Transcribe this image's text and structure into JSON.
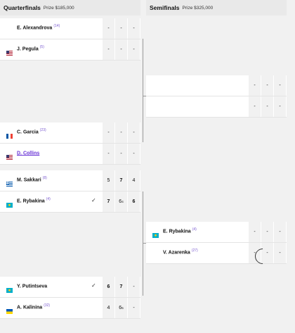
{
  "header": {
    "qf_title": "Quarterfinals",
    "qf_prize": "Prize $185,000",
    "sf_title": "Semifinals",
    "sf_prize": "Prize $325,000"
  },
  "colors": {
    "accent_purple": "#6a35d6",
    "dark": "#222222",
    "link": "#6a35d6"
  },
  "qf": [
    {
      "p1": {
        "initial": "E.",
        "name": "Alexandrova",
        "seed": "(14)",
        "flag": "none",
        "scores": [
          "-",
          "-",
          "-"
        ]
      },
      "p2": {
        "initial": "J.",
        "name": "Pegula",
        "seed": "(5)",
        "flag": "usa",
        "scores": [
          "-",
          "-",
          "-"
        ]
      }
    },
    {
      "p1": {
        "initial": "C.",
        "name": "Garcia",
        "seed": "(23)",
        "flag": "france",
        "scores": [
          "-",
          "-",
          "-"
        ]
      },
      "p2": {
        "initial": "D.",
        "name": "Collins",
        "seed": "",
        "flag": "usa",
        "scores": [
          "-",
          "-",
          "-"
        ]
      }
    },
    {
      "p1": {
        "initial": "M.",
        "name": "Sakkari",
        "seed": "(8)",
        "flag": "greece",
        "scores": [
          "5",
          "7",
          "4"
        ]
      },
      "p2": {
        "initial": "E.",
        "name": "Rybakina",
        "seed": "(4)",
        "flag": "kazakhstan",
        "scores": [
          "7",
          "6",
          "6"
        ],
        "tb": [
          "",
          "4",
          ""
        ]
      }
    },
    {
      "p1": {
        "initial": "Y.",
        "name": "Putintseva",
        "seed": "",
        "flag": "kazakhstan",
        "scores": [
          "6",
          "7",
          "-"
        ]
      },
      "p2": {
        "initial": "A.",
        "name": "Kalinina",
        "seed": "(32)",
        "flag": "ukraine",
        "scores": [
          "4",
          "6",
          "-"
        ],
        "tb": [
          "",
          "5",
          ""
        ]
      }
    }
  ],
  "sf": [
    {
      "p1": {
        "initial": "",
        "name": "",
        "seed": "",
        "flag": "",
        "scores": [
          "-",
          "-",
          "-"
        ]
      },
      "p2": {
        "initial": "",
        "name": "",
        "seed": "",
        "flag": "",
        "scores": [
          "-",
          "-",
          "-"
        ]
      }
    },
    {
      "p1": {
        "initial": "E.",
        "name": "Rybakina",
        "seed": "(4)",
        "flag": "kazakhstan",
        "scores": [
          "-",
          "-",
          "-"
        ]
      },
      "p2": {
        "initial": "V.",
        "name": "Azarenka",
        "seed": "(27)",
        "flag": "",
        "scores": [
          "-",
          "-",
          "-"
        ]
      }
    }
  ]
}
